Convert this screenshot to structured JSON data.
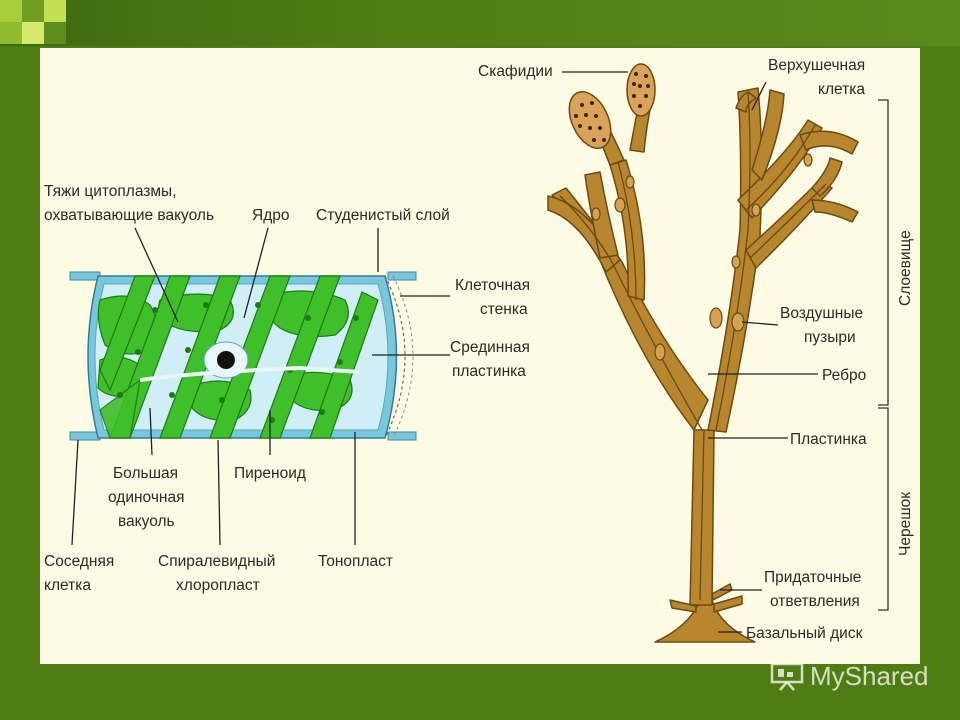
{
  "cell_labels": {
    "cytoplasm_strands": [
      "Тяжи цитоплазмы,",
      "охватывающие вакуоль"
    ],
    "nucleus": "Ядро",
    "gelatinous_layer": "Студенистый слой",
    "cell_wall": [
      "Клеточная",
      "стенка"
    ],
    "middle_lamella": [
      "Срединная",
      "пластинка"
    ],
    "large_vacuole": [
      "Большая",
      "одиночная",
      "вакуоль"
    ],
    "pyrenoid": "Пиреноид",
    "neighbor_cell": [
      "Соседняя",
      "клетка"
    ],
    "spiral_chloroplast": [
      "Спиралевидный",
      "хлоропласт"
    ],
    "tonoplast": "Тонопласт"
  },
  "kelp_labels": {
    "scaphidia": "Скафидии",
    "apical_cell": [
      "Верхушечная",
      "клетка"
    ],
    "air_bladders": [
      "Воздушные",
      "пузыри"
    ],
    "midrib": "Ребро",
    "blade": "Пластинка",
    "accessory_branches": [
      "Придаточные",
      "ответвления"
    ],
    "basal_disc": "Базальный диск",
    "thallus": "Слоевище",
    "stipe": "Черешок"
  },
  "watermark": "MyShared",
  "colors": {
    "slide_background": "#4f7d14",
    "panel": "#fdfbe3",
    "chloroplast": "#3fbf2a",
    "vacuole": "#cfeef5",
    "cell_wall": "#7ac6dc",
    "kelp": "#b8862e",
    "kelp_dark": "#6b4a12"
  }
}
